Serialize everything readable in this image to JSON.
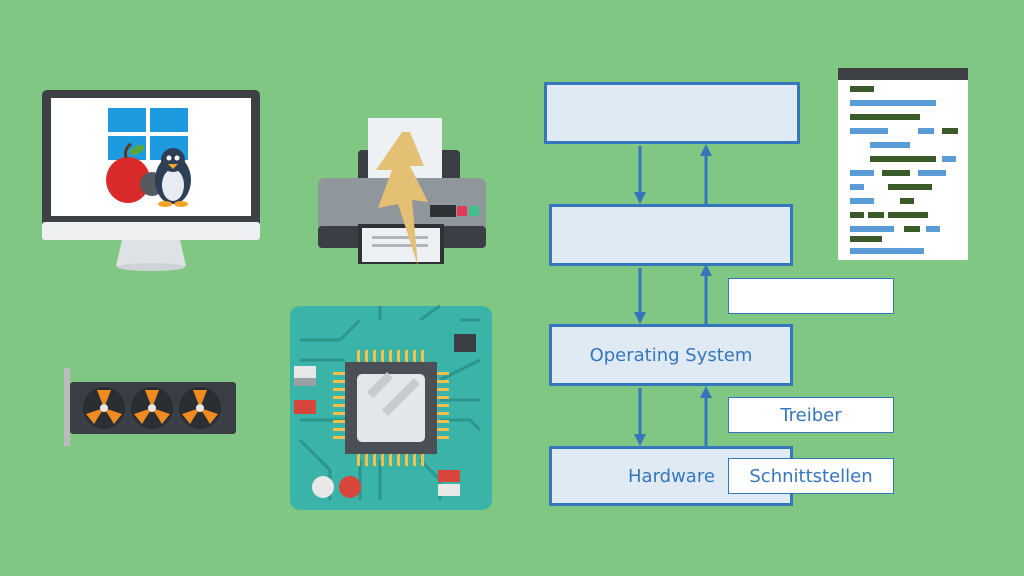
{
  "diagram": {
    "layers": {
      "top": "",
      "middle": "",
      "os": "Operating System",
      "hardware": "Hardware"
    },
    "tags": {
      "blank": "",
      "drivers": "Treiber",
      "interfaces": "Schnittstellen"
    }
  },
  "colors": {
    "background": "#7fc782",
    "accent": "#3576bd",
    "box_fill": "#e0eaf5"
  },
  "icons": [
    "monitor-icon",
    "windows-logo-icon",
    "apple-icon",
    "linux-penguin-icon",
    "printer-icon",
    "lightning-icon",
    "graphics-card-icon",
    "fan-icon",
    "circuit-board-icon",
    "cpu-chip-icon",
    "code-document-icon"
  ]
}
